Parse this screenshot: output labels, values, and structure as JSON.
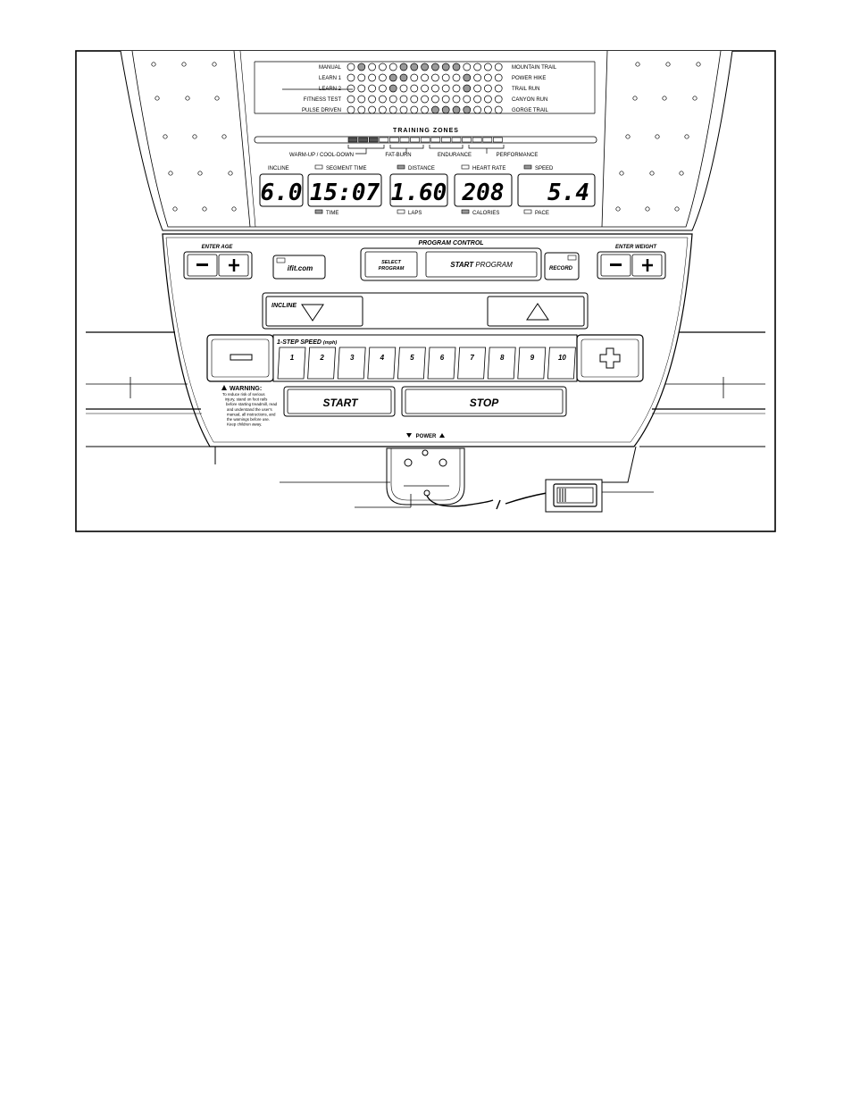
{
  "programs_left": [
    "MANUAL",
    "LEARN 1",
    "LEARN 2",
    "FITNESS TEST",
    "PULSE DRIVEN"
  ],
  "programs_right": [
    "MOUNTAIN TRAIL",
    "POWER HIKE",
    "TRAIL RUN",
    "CANYON RUN",
    "GORGE TRAIL"
  ],
  "training_zones": {
    "title": "TRAINING ZONES",
    "zones": [
      "WARM-UP / COOL-DOWN",
      "FAT-BURN",
      "ENDURANCE",
      "PERFORMANCE"
    ]
  },
  "display": {
    "incline_label": "INCLINE",
    "segment_time_label": "SEGMENT TIME",
    "time_label": "TIME",
    "distance_label": "DISTANCE",
    "laps_label": "LAPS",
    "heart_rate_label": "HEART RATE",
    "calories_label": "CALORIES",
    "speed_label": "SPEED",
    "pace_label": "PACE",
    "incline_value": "6.0",
    "time_value": "15:07",
    "distance_value": "1.60",
    "heart_rate_value": "208",
    "speed_value": "5.4"
  },
  "controls": {
    "enter_age": "ENTER AGE",
    "enter_weight": "ENTER WEIGHT",
    "program_control": "PROGRAM CONTROL",
    "select_program_line1": "SELECT",
    "select_program_line2": "PROGRAM",
    "start_program_bold": "START",
    "start_program_rest": "PROGRAM",
    "record": "RECORD",
    "logo": "ifit.com",
    "incline": "INCLINE",
    "one_step_speed": "1-STEP SPEED",
    "mph": "(mph)",
    "speeds": [
      "1",
      "2",
      "3",
      "4",
      "5",
      "6",
      "7",
      "8",
      "9",
      "10"
    ],
    "start": "START",
    "stop": "STOP",
    "power": "POWER"
  },
  "warning": {
    "title": "WARNING:",
    "lines": [
      "To reduce risk of serious",
      "injury, stand on foot rails",
      "before starting treadmill, read",
      "and understand the user's",
      "manual, all instructions, and",
      "the warnings before use.",
      "Keep children away."
    ]
  }
}
